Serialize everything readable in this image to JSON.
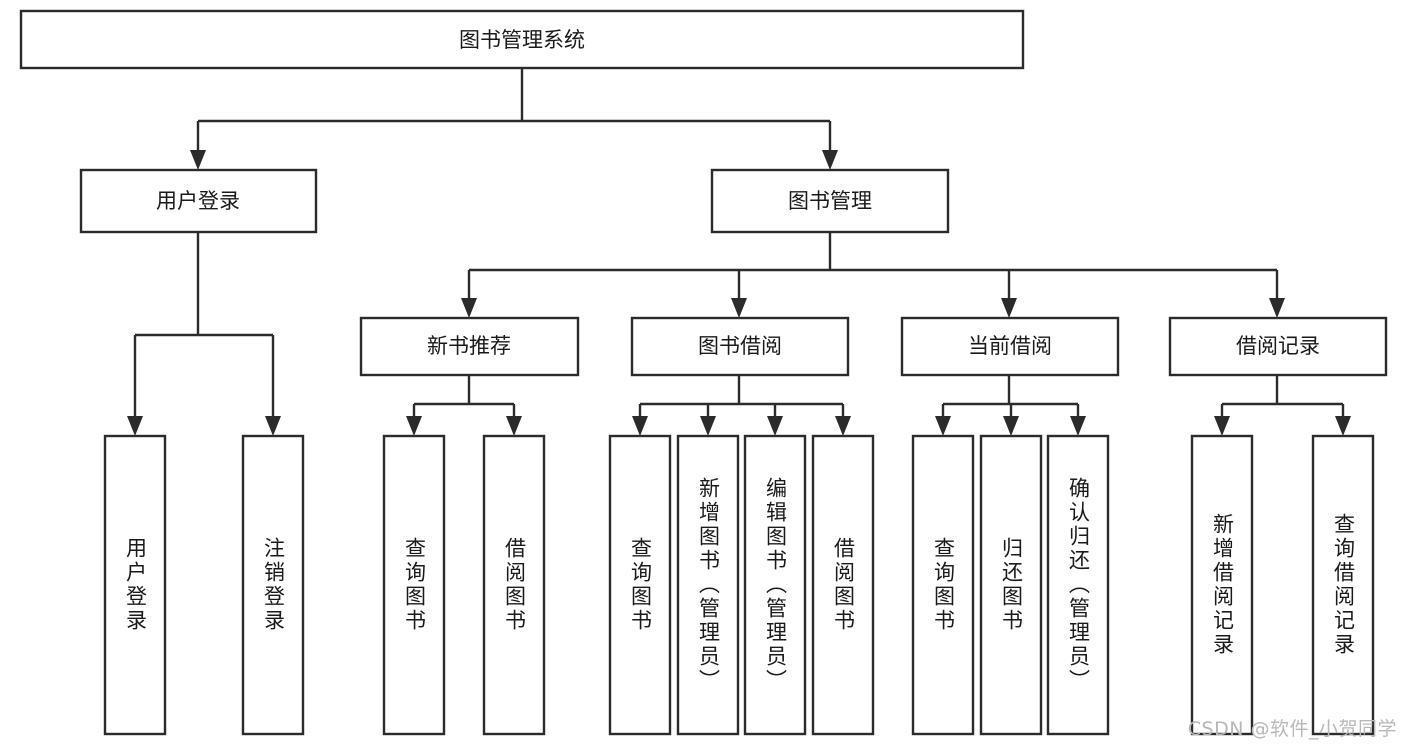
{
  "diagram": {
    "title": "图书管理系统",
    "type": "tree",
    "orientation": "top-down",
    "colors": {
      "box_fill": "#ffffff",
      "box_stroke": "#2b2b2b",
      "connector": "#2b2b2b",
      "text": "#1a1a1a",
      "watermark": "#b8b8b8",
      "background": "#ffffff"
    },
    "root": {
      "id": "root",
      "label": "图书管理系统",
      "orientation": "horizontal"
    },
    "level2": [
      {
        "id": "user-login",
        "label": "用户登录",
        "orientation": "horizontal"
      },
      {
        "id": "book-manage",
        "label": "图书管理",
        "orientation": "horizontal"
      }
    ],
    "level3": [
      {
        "id": "new-book-recommend",
        "label": "新书推荐",
        "orientation": "horizontal",
        "parent": "book-manage"
      },
      {
        "id": "book-borrow",
        "label": "图书借阅",
        "orientation": "horizontal",
        "parent": "book-manage"
      },
      {
        "id": "current-borrow",
        "label": "当前借阅",
        "orientation": "horizontal",
        "parent": "book-manage"
      },
      {
        "id": "borrow-record",
        "label": "借阅记录",
        "orientation": "horizontal",
        "parent": "book-manage"
      }
    ],
    "leaves": [
      {
        "id": "leaf-user-login",
        "label": "用户登录",
        "orientation": "vertical",
        "parent": "user-login"
      },
      {
        "id": "leaf-user-logout",
        "label": "注销登录",
        "orientation": "vertical",
        "parent": "user-login"
      },
      {
        "id": "leaf-query-book-1",
        "label": "查询图书",
        "orientation": "vertical",
        "parent": "new-book-recommend"
      },
      {
        "id": "leaf-borrow-book-1",
        "label": "借阅图书",
        "orientation": "vertical",
        "parent": "new-book-recommend"
      },
      {
        "id": "leaf-query-book-2",
        "label": "查询图书",
        "orientation": "vertical",
        "parent": "book-borrow"
      },
      {
        "id": "leaf-add-book",
        "label": "新增图书（管理员）",
        "orientation": "vertical",
        "parent": "book-borrow"
      },
      {
        "id": "leaf-edit-book",
        "label": "编辑图书（管理员）",
        "orientation": "vertical",
        "parent": "book-borrow"
      },
      {
        "id": "leaf-borrow-book-2",
        "label": "借阅图书",
        "orientation": "vertical",
        "parent": "book-borrow"
      },
      {
        "id": "leaf-query-book-3",
        "label": "查询图书",
        "orientation": "vertical",
        "parent": "current-borrow"
      },
      {
        "id": "leaf-return-book",
        "label": "归还图书",
        "orientation": "vertical",
        "parent": "current-borrow"
      },
      {
        "id": "leaf-confirm-return",
        "label": "确认归还（管理员）",
        "orientation": "vertical",
        "parent": "current-borrow"
      },
      {
        "id": "leaf-add-record",
        "label": "新增借阅记录",
        "orientation": "vertical",
        "parent": "borrow-record"
      },
      {
        "id": "leaf-query-record",
        "label": "查询借阅记录",
        "orientation": "vertical",
        "parent": "borrow-record"
      }
    ],
    "watermark": "CSDN @软件_小贺同学"
  }
}
